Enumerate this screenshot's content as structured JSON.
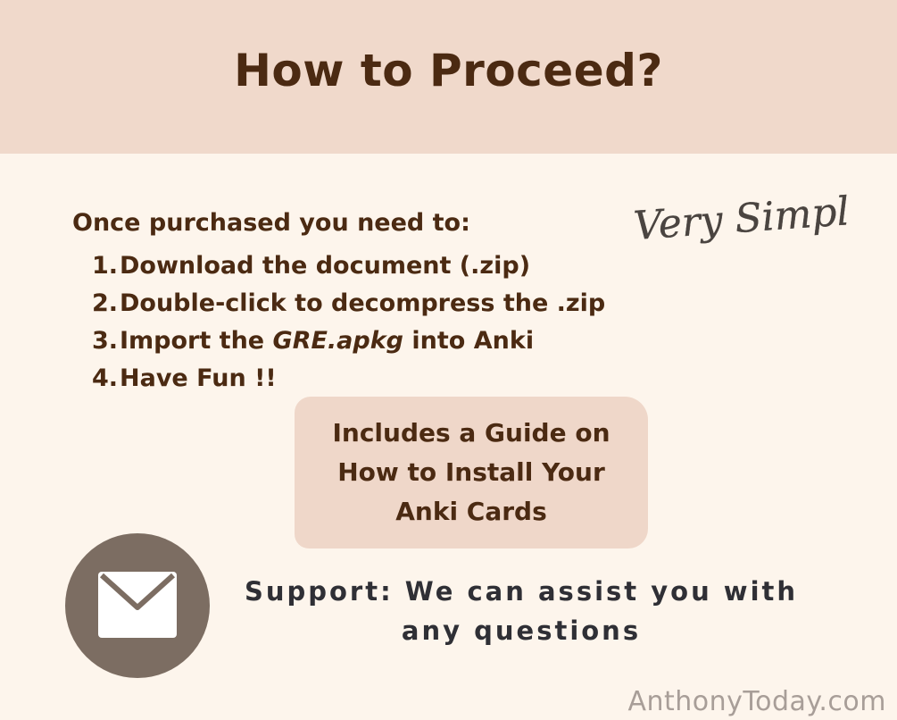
{
  "header": {
    "title": "How to Proceed?"
  },
  "tagline": "Very Simple",
  "instructions": {
    "intro": "Once purchased you need to:",
    "steps": [
      {
        "number": "1.",
        "text": "Download the document (.zip)"
      },
      {
        "number": "2.",
        "text": "Double-click to decompress the .zip"
      },
      {
        "number": "3.",
        "text_before": "Import the ",
        "text_italic": "GRE.apkg",
        "text_after": " into Anki"
      },
      {
        "number": "4.",
        "text": "Have Fun !!"
      }
    ]
  },
  "guide_box": {
    "lines": [
      "Includes a Guide on",
      "How to Install Your",
      "Anki Cards"
    ]
  },
  "support": {
    "icon": "envelope-icon",
    "lines": [
      "Support: We can assist you with",
      "any questions"
    ]
  },
  "footer": {
    "site": "AnthonyToday.com"
  },
  "colors": {
    "header_bg": "#f0d9cb",
    "page_bg": "#fdf5ec",
    "text_brown": "#4b2a12",
    "icon_circle": "#7c6d62"
  }
}
